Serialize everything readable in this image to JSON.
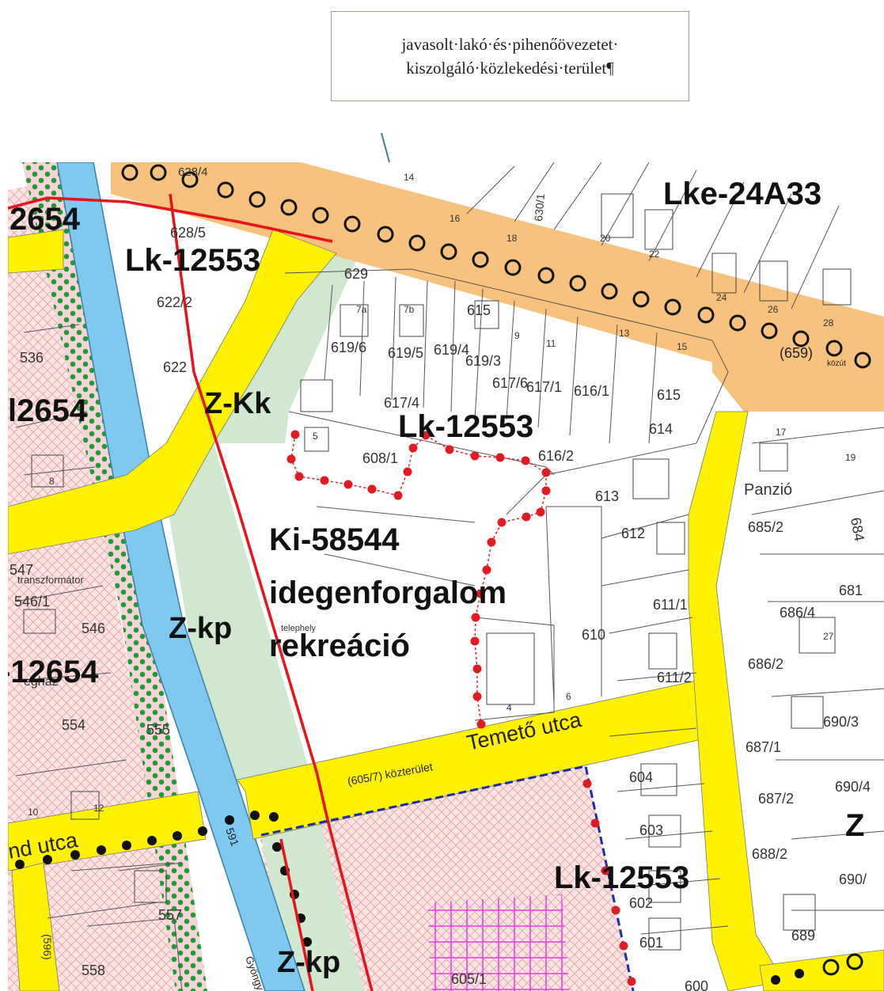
{
  "callout": {
    "line1": "javasolt·lakó·és·pihenőövezetet·",
    "line2": "kiszolgáló·közlekedési·terület¶"
  },
  "colors": {
    "road": "#fff200",
    "main_road": "#f7c27e",
    "water": "#7fc8ef",
    "green": "#cfe8cf",
    "boundary_red": "#e8141c",
    "dot_red": "#e21b22",
    "hatch_pink": "#f3c1c1",
    "grid_magenta": "#e040e0",
    "arrow_blue": "#4472c4"
  },
  "zones": {
    "lke": "Lke-24A33",
    "lk_top": "Lk-12553",
    "lk_mid": "Lk-12553",
    "lk_bottom": "Lk-12553",
    "l2654_top": "2654",
    "l2654_mid": "l2654",
    "l12654": "-12654",
    "zkk": "Z-Kk",
    "zkp1": "Z-kp",
    "zkp2": "Z-kp",
    "z_right": "Z",
    "ki": "Ki-58544",
    "ki_desc1": "idegenforgalom",
    "ki_desc2": "rekreáció"
  },
  "streets": {
    "temeto": "Temető utca",
    "nd_utca": "nd utca",
    "kozterulet": "(605/7) közterület",
    "kozut_659": "(659)",
    "kozut_word": "közút",
    "gyongy": "Gyöngy",
    "s591": "591"
  },
  "labels": {
    "panzio": "Panzió",
    "telephely": "telephely",
    "transzformator": "transzformátor",
    "eghaz": "eghaz"
  },
  "parcels": [
    "628/4",
    "628/5",
    "629",
    "622/2",
    "622",
    "536",
    "619/6",
    "619/5",
    "619/4",
    "619/3",
    "617/6",
    "617/1",
    "616/1",
    "615",
    "617/4",
    "608/1",
    "616/2",
    "614",
    "613",
    "612",
    "685/2",
    "684",
    "547",
    "546/1",
    "546",
    "611/1",
    "610",
    "611/2",
    "686/4",
    "686/2",
    "681",
    "690/3",
    "687/1",
    "687/2",
    "690/4",
    "688/2",
    "690/",
    "554",
    "555",
    "604",
    "603",
    "602",
    "601",
    "689",
    "557",
    "558",
    "605/1",
    "600",
    "(596)",
    "630/1",
    "615",
    "14",
    "16",
    "18",
    "20",
    "22",
    "24",
    "26",
    "28",
    "17",
    "19",
    "15",
    "13",
    "11",
    "9",
    "7a",
    "7b",
    "5",
    "8",
    "4",
    "6",
    "12",
    "10",
    "27"
  ]
}
